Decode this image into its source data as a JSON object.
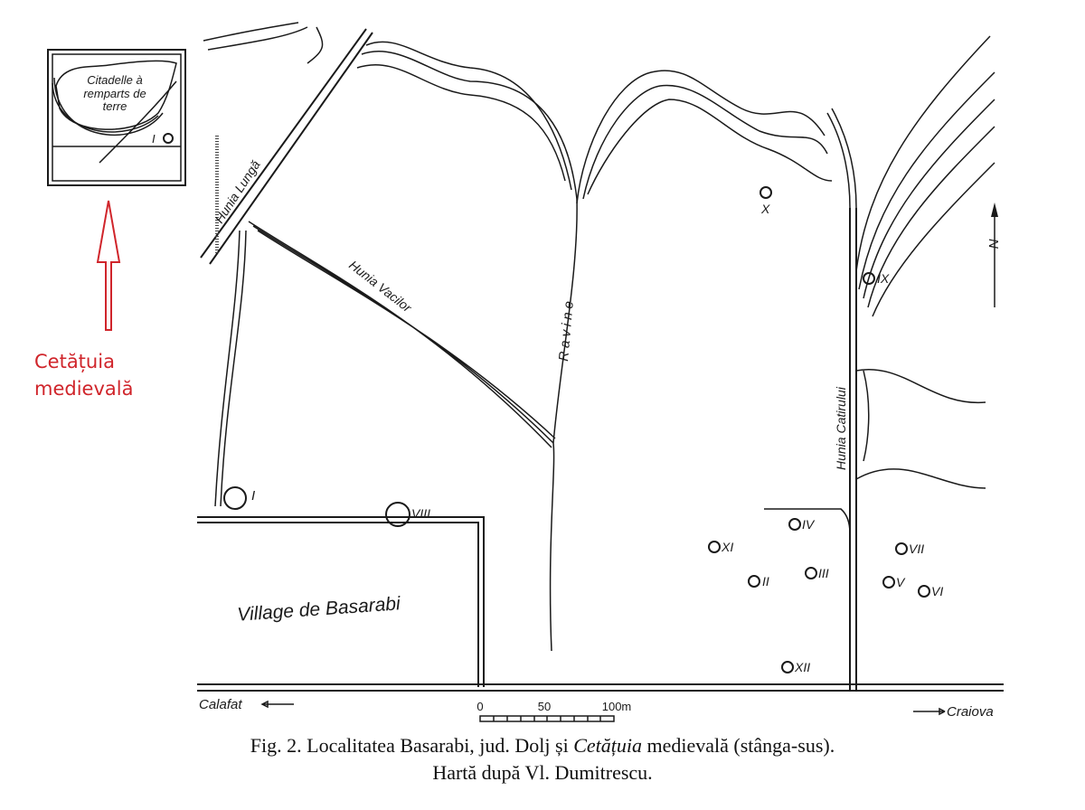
{
  "inset": {
    "label_lines": [
      "Citadelle à",
      "remparts de",
      "terre"
    ],
    "site": "I"
  },
  "callout": {
    "lines": [
      "Cetățuia",
      "medievală"
    ],
    "color": "#d0252b"
  },
  "map": {
    "roads": [
      "Hunia Lungă",
      "Hunia Vacilor",
      "Hunia Catirului"
    ],
    "ravine": "Ravine",
    "village": "Village de Basarabi",
    "sites": [
      "I",
      "II",
      "III",
      "IV",
      "V",
      "VI",
      "VII",
      "VIII",
      "IX",
      "X",
      "XI",
      "XII"
    ],
    "north": "N",
    "west_dest": "Calafat",
    "east_dest": "Craiova",
    "scale": {
      "ticks": [
        "0",
        "50",
        "100m"
      ]
    }
  },
  "caption": {
    "line1_a": "Fig. 2. Localitatea Basarabi, jud. Dolj și ",
    "line1_italic": "Cetățuia",
    "line1_b": " medievală (stânga-sus).",
    "line2": "Hartă după Vl. Dumitrescu."
  }
}
